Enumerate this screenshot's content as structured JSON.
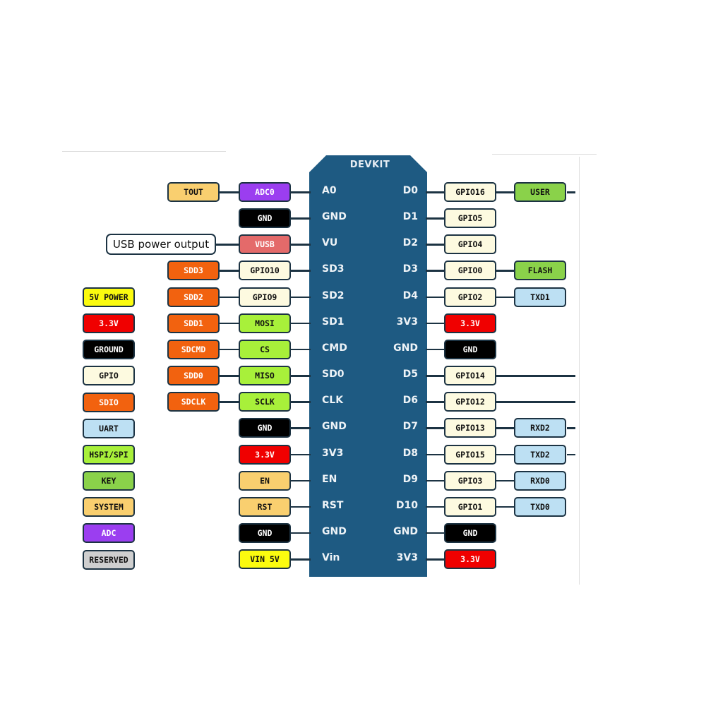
{
  "board": {
    "title": "DEVKIT"
  },
  "colors": {
    "adc": "#9b3ef0",
    "ground": "#000000",
    "vusb": "#e46a6a",
    "gpio": "#fdfae0",
    "sdio": "#f2620f",
    "spi": "#a8f03a",
    "power33": "#f00000",
    "power5": "#fbfb0f",
    "system": "#f9cf6f",
    "uart": "#bde0f3",
    "key": "#8ad24a",
    "reserved": "#cfcfcf",
    "board": "#1e5a82"
  },
  "left_rows": [
    {
      "pin": "A0",
      "inner": {
        "text": "ADC0",
        "type": "adc"
      },
      "outer": {
        "text": "TOUT",
        "type": "system"
      }
    },
    {
      "pin": "GND",
      "inner": {
        "text": "GND",
        "type": "ground"
      }
    },
    {
      "pin": "VU",
      "inner": {
        "text": "VUSB",
        "type": "vusb"
      },
      "note": "USB power output"
    },
    {
      "pin": "SD3",
      "inner": {
        "text": "GPIO10",
        "type": "gpio"
      },
      "outer": {
        "text": "SDD3",
        "type": "sdio"
      }
    },
    {
      "pin": "SD2",
      "inner": {
        "text": "GPIO9",
        "type": "gpio"
      },
      "outer": {
        "text": "SDD2",
        "type": "sdio"
      }
    },
    {
      "pin": "SD1",
      "inner": {
        "text": "MOSI",
        "type": "spi"
      },
      "outer": {
        "text": "SDD1",
        "type": "sdio"
      }
    },
    {
      "pin": "CMD",
      "inner": {
        "text": "CS",
        "type": "spi"
      },
      "outer": {
        "text": "SDCMD",
        "type": "sdio"
      }
    },
    {
      "pin": "SD0",
      "inner": {
        "text": "MISO",
        "type": "spi"
      },
      "outer": {
        "text": "SDD0",
        "type": "sdio"
      }
    },
    {
      "pin": "CLK",
      "inner": {
        "text": "SCLK",
        "type": "spi"
      },
      "outer": {
        "text": "SDCLK",
        "type": "sdio"
      }
    },
    {
      "pin": "GND",
      "inner": {
        "text": "GND",
        "type": "ground"
      }
    },
    {
      "pin": "3V3",
      "inner": {
        "text": "3.3V",
        "type": "power33"
      }
    },
    {
      "pin": "EN",
      "inner": {
        "text": "EN",
        "type": "system"
      }
    },
    {
      "pin": "RST",
      "inner": {
        "text": "RST",
        "type": "system"
      }
    },
    {
      "pin": "GND",
      "inner": {
        "text": "GND",
        "type": "ground"
      }
    },
    {
      "pin": "Vin",
      "inner": {
        "text": "VIN 5V",
        "type": "power5"
      }
    }
  ],
  "right_rows": [
    {
      "pin": "D0",
      "inner": {
        "text": "GPIO16",
        "type": "gpio"
      },
      "outer": {
        "text": "USER",
        "type": "key"
      },
      "extend": true
    },
    {
      "pin": "D1",
      "inner": {
        "text": "GPIO5",
        "type": "gpio"
      }
    },
    {
      "pin": "D2",
      "inner": {
        "text": "GPIO4",
        "type": "gpio"
      }
    },
    {
      "pin": "D3",
      "inner": {
        "text": "GPIO0",
        "type": "gpio"
      },
      "outer": {
        "text": "FLASH",
        "type": "key"
      }
    },
    {
      "pin": "D4",
      "inner": {
        "text": "GPIO2",
        "type": "gpio"
      },
      "outer": {
        "text": "TXD1",
        "type": "uart"
      }
    },
    {
      "pin": "3V3",
      "inner": {
        "text": "3.3V",
        "type": "power33"
      }
    },
    {
      "pin": "GND",
      "inner": {
        "text": "GND",
        "type": "ground"
      }
    },
    {
      "pin": "D5",
      "inner": {
        "text": "GPIO14",
        "type": "gpio"
      },
      "extend": true
    },
    {
      "pin": "D6",
      "inner": {
        "text": "GPIO12",
        "type": "gpio"
      },
      "extend": true
    },
    {
      "pin": "D7",
      "inner": {
        "text": "GPIO13",
        "type": "gpio"
      },
      "outer": {
        "text": "RXD2",
        "type": "uart"
      },
      "extend": true
    },
    {
      "pin": "D8",
      "inner": {
        "text": "GPIO15",
        "type": "gpio"
      },
      "outer": {
        "text": "TXD2",
        "type": "uart"
      },
      "extend": true
    },
    {
      "pin": "D9",
      "inner": {
        "text": "GPIO3",
        "type": "gpio"
      },
      "outer": {
        "text": "RXD0",
        "type": "uart"
      }
    },
    {
      "pin": "D10",
      "inner": {
        "text": "GPIO1",
        "type": "gpio"
      },
      "outer": {
        "text": "TXD0",
        "type": "uart"
      }
    },
    {
      "pin": "GND",
      "inner": {
        "text": "GND",
        "type": "ground"
      }
    },
    {
      "pin": "3V3",
      "inner": {
        "text": "3.3V",
        "type": "power33"
      }
    }
  ],
  "legend": [
    {
      "text": "5V POWER",
      "type": "power5"
    },
    {
      "text": "3.3V",
      "type": "power33"
    },
    {
      "text": "GROUND",
      "type": "ground"
    },
    {
      "text": "GPIO",
      "type": "gpio"
    },
    {
      "text": "SDIO",
      "type": "sdio"
    },
    {
      "text": "UART",
      "type": "uart"
    },
    {
      "text": "HSPI/SPI",
      "type": "spi"
    },
    {
      "text": "KEY",
      "type": "key"
    },
    {
      "text": "SYSTEM",
      "type": "system"
    },
    {
      "text": "ADC",
      "type": "adc"
    },
    {
      "text": "RESERVED",
      "type": "reserved"
    }
  ]
}
